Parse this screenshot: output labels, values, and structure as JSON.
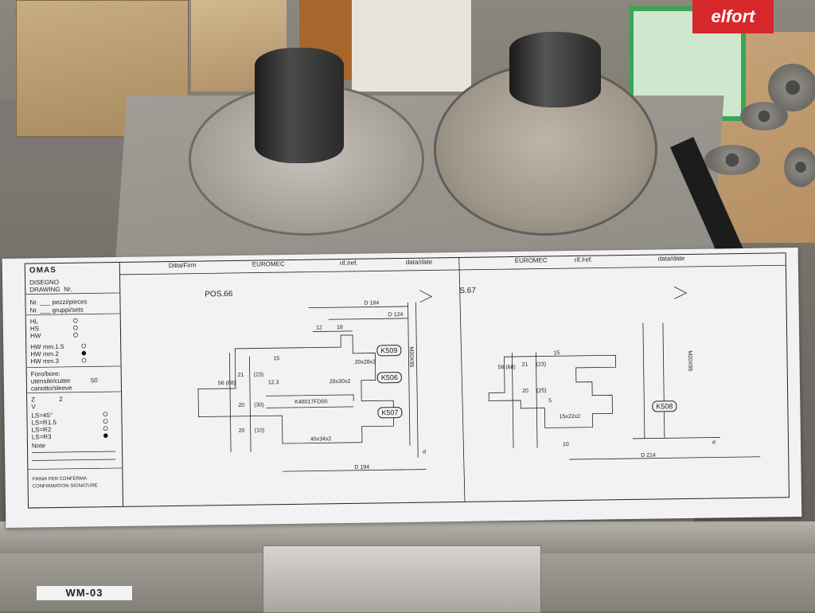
{
  "scene": {
    "sign_text": "elfort",
    "machine_label": "WM-03"
  },
  "sheet": {
    "logo": "OMAS",
    "disegno": "DISEGNO",
    "drawing": "DRAWING",
    "nr": "Nr.",
    "header_left": {
      "ditta": "Ditta/Firm",
      "firm_value": "EUROMEC",
      "rif": "rif./ref.",
      "data": "data/date"
    },
    "header_right": {
      "firm_value": "EUROMEC",
      "rif": "rif./ref.",
      "data": "data/date"
    },
    "titleblock": {
      "pezzi": "Nr. ___ pezzi/pieces",
      "gruppi": "Nr. ___ gruppi/sets",
      "hl": "HL",
      "hs": "HS",
      "hw": "HW",
      "hw15": "HW mm.1.5",
      "hw2": "HW mm.2",
      "hw3": "HW mm.3",
      "foro": "Foro/bore:",
      "utensile": "utensile/cutter",
      "utensile_val": "50",
      "canotto": "canotto/sleeve",
      "z": "Z",
      "z_val": "2",
      "v": "V",
      "ls45": "LS=45°",
      "ls15": "LS=R1.5",
      "ls2": "LS=R2",
      "ls3": "LS=R3",
      "note": "Note",
      "firma": "FIRMA PER CONFERMA",
      "confirm": "CONFIRMATION SIGNATURE"
    },
    "pos66": "POS.66",
    "pos67": "S.67",
    "dims_left": {
      "d184": "D 184",
      "d124": "D 124",
      "d12": "12",
      "d18": "18",
      "d56": "56 (68)",
      "d21": "21",
      "d23": "(23)",
      "d123": "12.3",
      "d15": "15",
      "d20a": "20",
      "d30": "(30)",
      "d20b": "20",
      "d10": "(10)",
      "g1": "20x28x2",
      "g2": "28x30x2",
      "g3": "40x34x2",
      "code": "K48017FD00",
      "d194": "D 194",
      "dd": "d",
      "m": "M20X95"
    },
    "tags_left": {
      "k509": "K509",
      "k506": "K506",
      "k507": "K507"
    },
    "dims_right": {
      "d56": "56 (68)",
      "d21": "21",
      "d23": "(23)",
      "d15": "15",
      "d20": "20",
      "d25": "(25)",
      "d5": "5",
      "g1": "15x22x2",
      "d10": "10",
      "d214": "D 214",
      "dd": "d",
      "m": "M20X95"
    },
    "tags_right": {
      "k508": "K508"
    }
  }
}
